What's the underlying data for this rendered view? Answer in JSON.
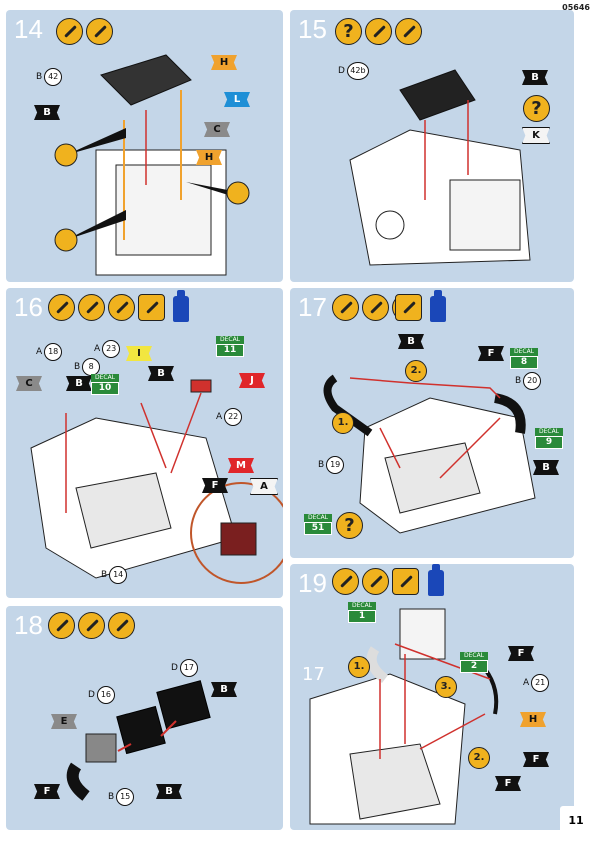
{
  "page": {
    "code": "05646",
    "number": "11"
  },
  "panels": {
    "s14": {
      "step": "14",
      "parts": [
        "B",
        "42"
      ],
      "flags": [
        "H",
        "L",
        "C",
        "H",
        "B"
      ]
    },
    "s15": {
      "step": "15",
      "parts": [
        "D",
        "42b"
      ],
      "flags": [
        "B",
        "K"
      ],
      "q": "?"
    },
    "s16": {
      "step": "16",
      "parts": [
        [
          "A",
          "18"
        ],
        [
          "B",
          "8"
        ],
        [
          "A",
          "23"
        ],
        [
          "A",
          "22"
        ],
        [
          "B",
          "14"
        ]
      ],
      "flags": [
        "C",
        "B",
        "I",
        "B",
        "J",
        "M",
        "F",
        "A"
      ],
      "decals": [
        "11",
        "10"
      ]
    },
    "s17": {
      "step": "17",
      "parts": [
        [
          "B",
          "20"
        ],
        [
          "B",
          "19"
        ]
      ],
      "flags": [
        "B",
        "F",
        "B"
      ],
      "decals": [
        "8",
        "9",
        "51"
      ],
      "nums": [
        "1.",
        "2."
      ],
      "q": "?"
    },
    "s18": {
      "step": "18",
      "parts": [
        [
          "D",
          "17"
        ],
        [
          "D",
          "16"
        ],
        [
          "B",
          "15"
        ]
      ],
      "flags": [
        "B",
        "E",
        "B",
        "F"
      ]
    },
    "s19": {
      "step": "19",
      "ghost": "17",
      "parts": [
        [
          "A",
          "21"
        ]
      ],
      "flags": [
        "F",
        "H",
        "F",
        "F"
      ],
      "decals": [
        "1",
        "2"
      ],
      "nums": [
        "1.",
        "3.",
        "2."
      ]
    }
  },
  "decal_text": "DECAL",
  "colors": {
    "panel": "#c4d6e8",
    "accent": "#f0b21e",
    "arrow": "#d0312d"
  }
}
